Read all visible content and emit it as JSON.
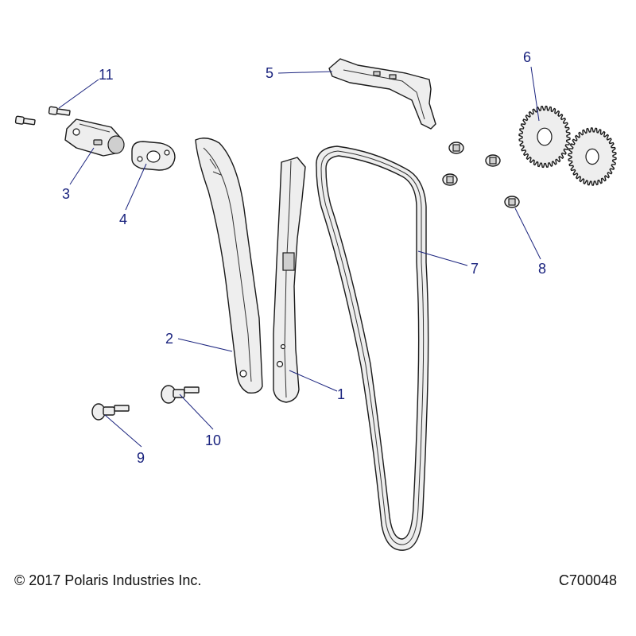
{
  "footer": {
    "copyright": "© 2017 Polaris Industries Inc.",
    "drawing_id": "C700048"
  },
  "callouts": {
    "c1": "1",
    "c2": "2",
    "c3": "3",
    "c4": "4",
    "c5": "5",
    "c6": "6",
    "c7": "7",
    "c8": "8",
    "c9": "9",
    "c10": "10",
    "c11": "11"
  },
  "colors": {
    "callout": "#1a237e",
    "line": "#1a1a1a",
    "part_fill": "#eeeeee"
  }
}
